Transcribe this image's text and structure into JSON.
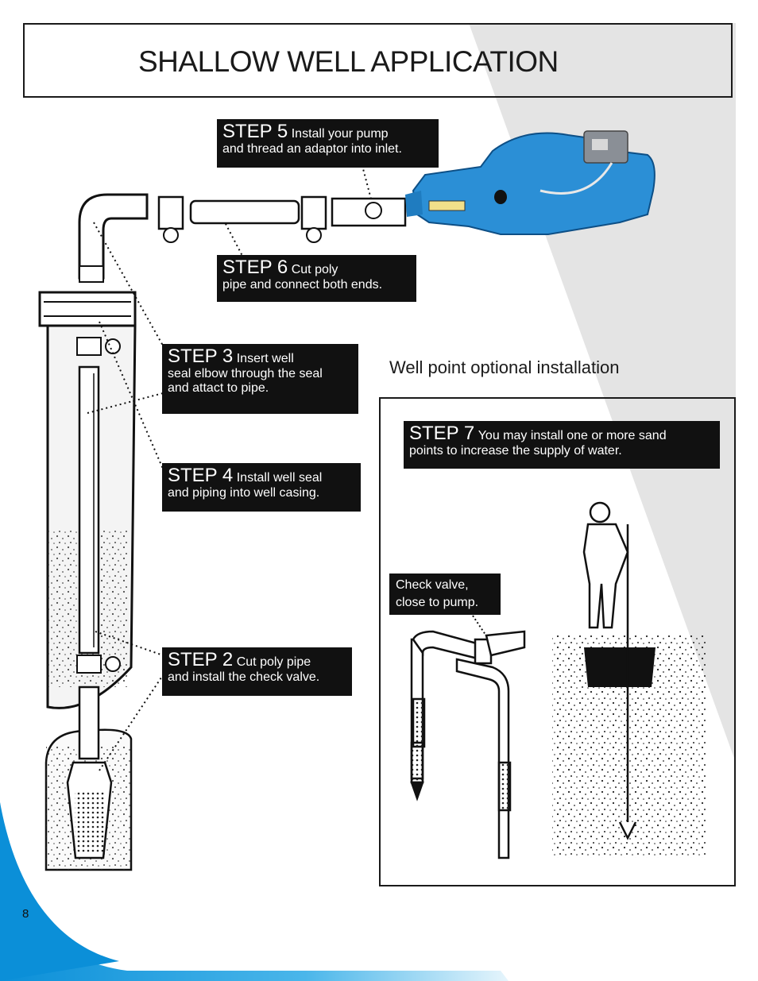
{
  "page": {
    "title": "SHALLOW WELL APPLICATION",
    "page_number": "8"
  },
  "colors": {
    "accent_blue": "#1e9bdc",
    "pump_blue": "#2b8fd6",
    "label_bg": "#111111",
    "shade_gray": "#e4e4e4"
  },
  "steps": [
    {
      "id": "step5",
      "head": "STEP 5",
      "desc_inline": "Install your pump",
      "desc_line2": "and thread an adaptor into inlet."
    },
    {
      "id": "step6",
      "head": "STEP 6",
      "desc_inline": "Cut poly",
      "desc_line2": "pipe and connect both ends."
    },
    {
      "id": "step3",
      "head": "STEP 3",
      "desc_inline": "Insert well",
      "desc_line2": "seal elbow through the seal",
      "desc_line3": "and attact to pipe."
    },
    {
      "id": "step4",
      "head": "STEP 4",
      "desc_inline": "Install well seal",
      "desc_line2": "and piping into well casing."
    },
    {
      "id": "step2",
      "head": "STEP 2",
      "desc_inline": "Cut poly pipe",
      "desc_line2": "and install the check valve."
    },
    {
      "id": "step7",
      "head": "STEP 7",
      "desc_inline": "You may install one or more sand",
      "desc_line2": "points to increase the supply of water."
    }
  ],
  "well_point": {
    "heading": "Well point optional installation",
    "callout_line1": "Check valve,",
    "callout_line2": "close to pump."
  },
  "icons": [
    "pump-illustration",
    "well-casing-illustration",
    "elbow-fitting-icon",
    "pipe-section-icon",
    "worker-illustration",
    "sand-point-icon",
    "check-valve-icon"
  ]
}
